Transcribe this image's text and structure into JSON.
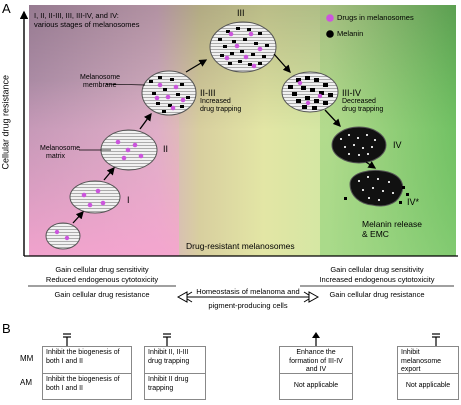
{
  "panelA": {
    "letter": "A",
    "y_axis_label": "Cellular drug resistance",
    "stages_note_1": "I, II, II-III, III, III-IV, and  IV:",
    "stages_note_2": "various stages of melanosomes",
    "legend_drugs": "Drugs in melanosomes",
    "legend_melanin": "Melanin",
    "label_membrane_1": "Melanosome",
    "label_membrane_2": "membrane",
    "label_matrix_1": "Melanosome",
    "label_matrix_2": "matrix",
    "stage_I": "I",
    "stage_II": "II",
    "stage_II_III": "II-III",
    "stage_II_III_sub1": "Increased",
    "stage_II_III_sub2": "drug trapping",
    "stage_III": "III",
    "stage_III_IV": "III-IV",
    "stage_III_IV_sub1": "Decreased",
    "stage_III_IV_sub2": "drug trapping",
    "stage_IV": "IV",
    "stage_IV_star": "IV*",
    "release_1": "Melanin release",
    "release_2": "& EMC",
    "middle_zone": "Drug-resistant melanosomes",
    "left_line1": "Gain cellular drug sensitivity",
    "left_line2": "Reduced endogenous cytotoxicity",
    "left_line3": "Gain cellular drug resistance",
    "center_line1": "Homeostasis of melanoma and",
    "center_line2": "pigment-producing cells",
    "right_line1": "Gain cellular drug sensitivity",
    "right_line2": "Increased endogenous cytotoxicity",
    "right_line3": "Gain cellular drug resistance",
    "colors": {
      "drug": "#cc55dd",
      "melanin": "#000000"
    }
  },
  "panelB": {
    "letter": "B",
    "row_MM": "MM",
    "row_AM": "AM",
    "boxes": [
      {
        "mm": "Inhibit the biogenesis of both I and II",
        "am": "Inhibit the biogenesis of both I and II"
      },
      {
        "mm": "Inhibit II, II-III drug trapping",
        "am": "Inhibit II drug trapping"
      },
      {
        "mm": "Enhance the formation of III-IV and IV",
        "am": "Not applicable"
      },
      {
        "mm": "Inhibit melanosome export",
        "am": "Not applicable"
      }
    ]
  }
}
